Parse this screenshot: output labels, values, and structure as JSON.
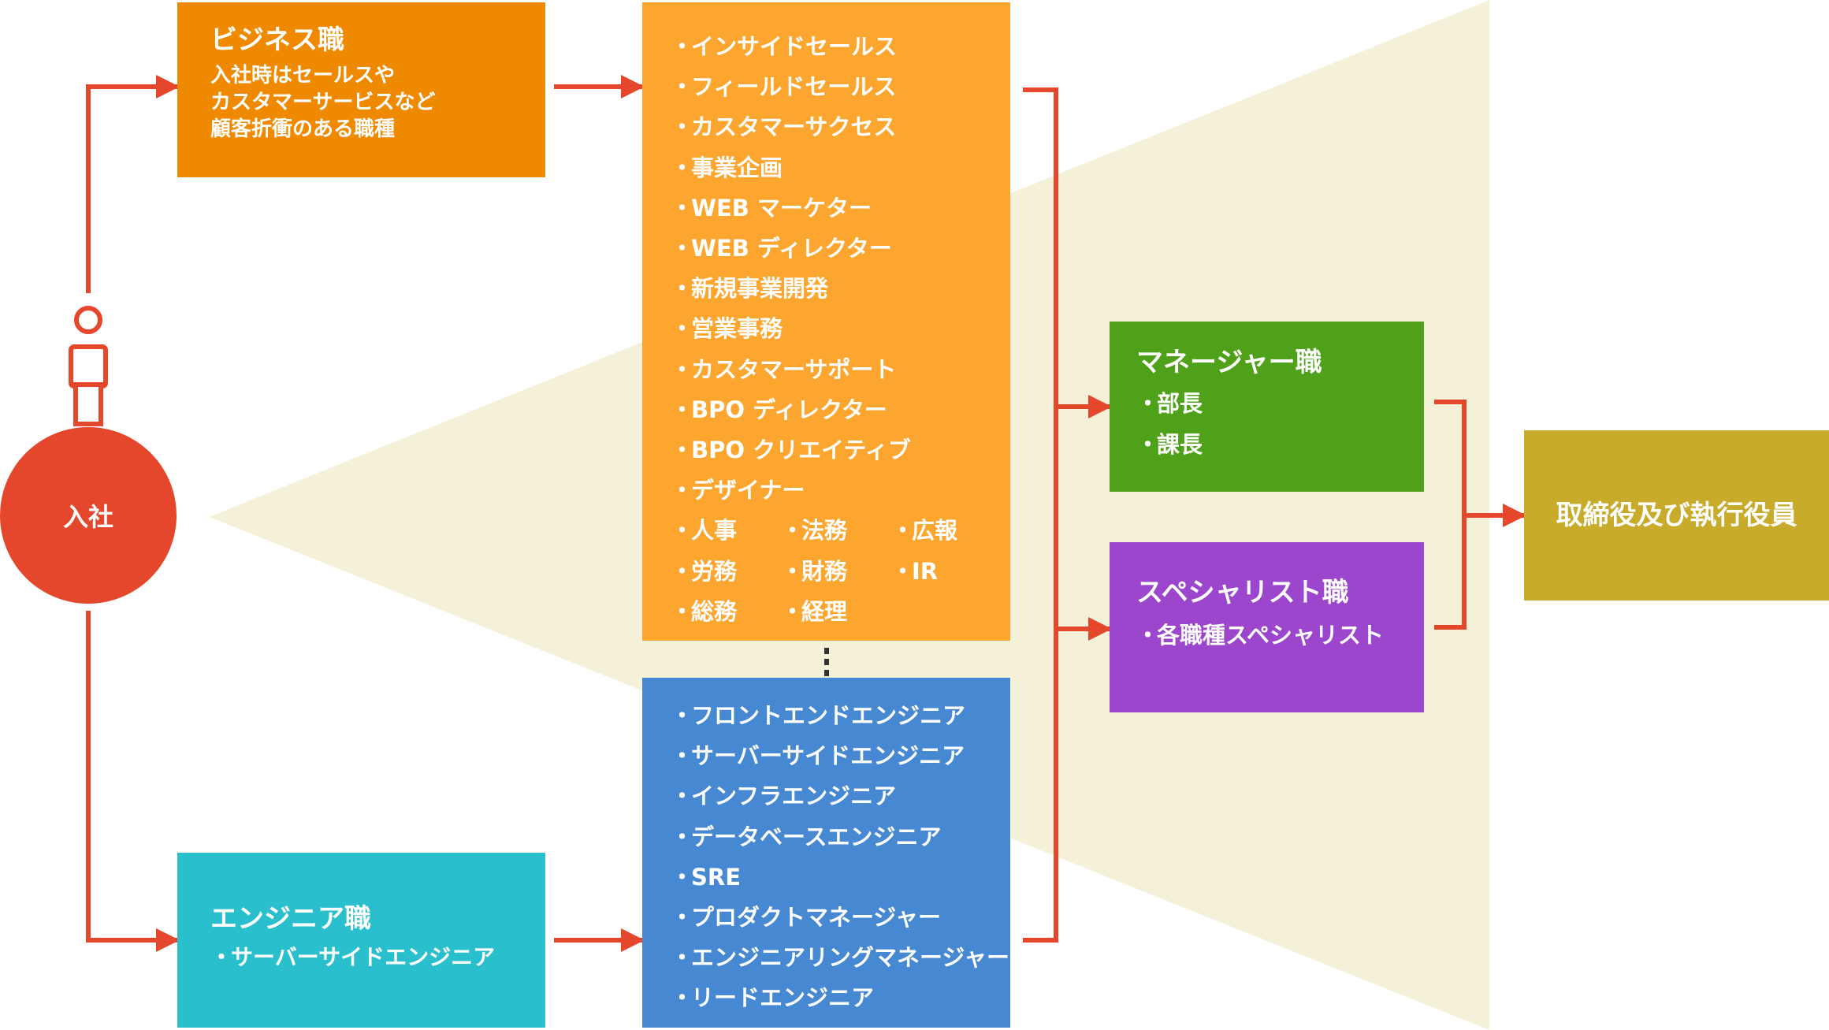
{
  "join": {
    "label": "入社"
  },
  "business": {
    "title": "ビジネス職",
    "description_lines": [
      "入社時はセールスや",
      "カスタマーサービスなど",
      "顧客折衝のある職種"
    ]
  },
  "engineer": {
    "title": "エンジニア職",
    "items": [
      "サーバーサイドエンジニア"
    ]
  },
  "business_roles": {
    "items": [
      "インサイドセールス",
      "フィールドセールス",
      "カスタマーサクセス",
      "事業企画",
      "WEB マーケター",
      "WEB ディレクター",
      "新規事業開発",
      "営業事務",
      "カスタマーサポート",
      "BPO ディレクター",
      "BPO クリエイティブ",
      "デザイナー"
    ],
    "admin_grid": [
      "人事",
      "法務",
      "広報",
      "労務",
      "財務",
      "IR",
      "総務",
      "経理"
    ]
  },
  "engineer_roles": {
    "items": [
      "フロントエンドエンジニア",
      "サーバーサイドエンジニア",
      "インフラエンジニア",
      "データベースエンジニア",
      "SRE",
      "プロダクトマネージャー",
      "エンジニアリングマネージャー",
      "リードエンジニア"
    ]
  },
  "manager": {
    "title": "マネージャー職",
    "items": [
      "部長",
      "課長"
    ]
  },
  "specialist": {
    "title": "スペシャリスト職",
    "items": [
      "各職種スペシャリスト"
    ]
  },
  "executive": {
    "title": "取締役及び執行役員"
  },
  "bullet": "・",
  "colors": {
    "connector": "#e4472c",
    "join_circle": "#e4472c",
    "funnel": "#f5f1d9",
    "business": "#ef8a00",
    "business_roles": "#fca630",
    "engineer": "#29bfcc",
    "engineer_roles": "#4688d2",
    "manager": "#4ea118",
    "specialist": "#9b46cc",
    "executive": "#c9ab2c"
  }
}
